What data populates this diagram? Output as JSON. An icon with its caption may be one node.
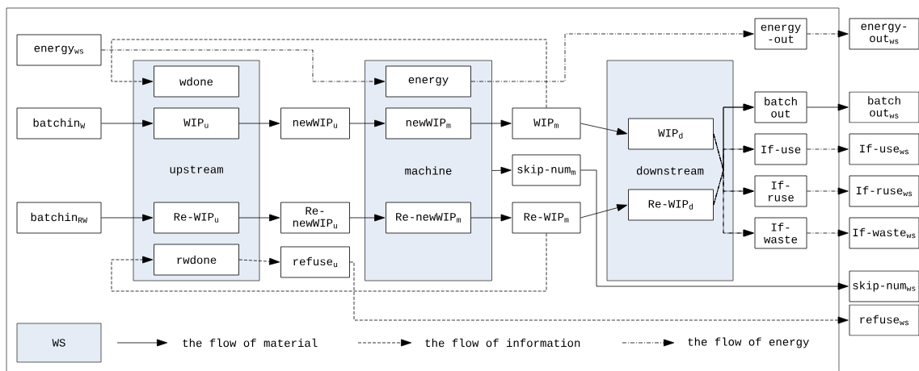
{
  "diagram": {
    "nodes": [
      {
        "text": [
          "energy$_{ws}$"
        ]
      },
      {
        "text": [
          "batchin$_{W}$"
        ]
      },
      {
        "text": [
          "batchin$_{RW}$"
        ]
      },
      {
        "text": [
          "upstream"
        ]
      },
      {
        "text": [
          "wdone"
        ],
        "in": 3
      },
      {
        "text": [
          "WIP$_{u}$"
        ],
        "in": 3
      },
      {
        "text": [
          "Re-WIP$_{u}$"
        ],
        "in": 3
      },
      {
        "text": [
          "rwdone"
        ],
        "in": 3
      },
      {
        "text": [
          "newWIP$_{u}$"
        ]
      },
      {
        "text": [
          "Re-newWIP$_{u}$"
        ]
      },
      {
        "text": [
          "refuse$_{u}$"
        ]
      },
      {
        "text": [
          "machine"
        ]
      },
      {
        "text": [
          "energy"
        ],
        "in": 11
      },
      {
        "text": [
          "newWIP$_{m}$"
        ],
        "in": 11
      },
      {
        "text": [
          "Re-newWIP$_{m}$"
        ],
        "in": 11
      },
      {
        "text": [
          "WIP$_{m}$"
        ]
      },
      {
        "text": [
          "skip-num$_{m}$"
        ]
      },
      {
        "text": [
          "Re-WIP$_{m}$"
        ]
      },
      {
        "text": [
          "downstream"
        ]
      },
      {
        "text": [
          "WIP$_{d}$"
        ],
        "in": 18
      },
      {
        "text": [
          "Re-WIP$_{d}$"
        ],
        "in": 18
      },
      {
        "text": [
          "energy -out"
        ]
      },
      {
        "text": [
          "batch out"
        ]
      },
      {
        "text": [
          "If-use"
        ]
      },
      {
        "text": [
          "If-ruse"
        ]
      },
      {
        "text": [
          "If-waste"
        ]
      },
      {
        "text": [
          "energy-out$_{ws}$"
        ]
      },
      {
        "text": [
          "batch out$_{ws}$"
        ]
      },
      {
        "text": [
          "If-use$_{ws}$"
        ]
      },
      {
        "text": [
          "If-ruse$_{ws}$"
        ]
      },
      {
        "text": [
          "If-waste$_{ws}$"
        ]
      },
      {
        "text": [
          "skip-num$_{ws}$"
        ]
      },
      {
        "text": [
          "refuse$_{ws}$"
        ]
      }
    ],
    "edges": [
      {
        "from": 0,
        "to": 12,
        "arrow": "to",
        "style": "dashed"
      },
      {
        "from": 15,
        "to": 4,
        "arrow": "to",
        "style": "dashed"
      },
      {
        "from": 1,
        "to": 5,
        "arrow": "to"
      },
      {
        "from": 2,
        "to": 6,
        "arrow": "to"
      },
      {
        "from": 17,
        "to": 7,
        "arrow": "to",
        "style": "dashed"
      },
      {
        "from": 5,
        "to": 8,
        "arrow": "to"
      },
      {
        "from": 6,
        "to": 9,
        "arrow": "to"
      },
      {
        "from": 7,
        "to": 10,
        "arrow": "to",
        "style": "dashed"
      },
      {
        "from": 8,
        "to": 13,
        "arrow": "to"
      },
      {
        "from": 9,
        "to": 14,
        "arrow": "to"
      },
      {
        "from": 12,
        "to": 21,
        "arrow": "to",
        "style": "dashed"
      },
      {
        "from": 13,
        "to": 15,
        "arrow": "to"
      },
      {
        "from": 11,
        "to": 16,
        "arrow": "to"
      },
      {
        "from": 14,
        "to": 17,
        "arrow": "to"
      },
      {
        "from": 15,
        "to": 19,
        "arrow": "to"
      },
      {
        "from": 17,
        "to": 20,
        "arrow": "to"
      },
      {
        "from": 19,
        "to": 22,
        "arrow": "to"
      },
      {
        "from": 20,
        "to": 22,
        "arrow": "to"
      },
      {
        "from": 19,
        "to": 23,
        "arrow": "to",
        "style": "dashed"
      },
      {
        "from": 20,
        "to": 23,
        "arrow": "to",
        "style": "dashed"
      },
      {
        "from": 19,
        "to": 24,
        "arrow": "to",
        "style": "dashed"
      },
      {
        "from": 20,
        "to": 24,
        "arrow": "to",
        "style": "dashed"
      },
      {
        "from": 19,
        "to": 25,
        "arrow": "to",
        "style": "dashed"
      },
      {
        "from": 20,
        "to": 25,
        "arrow": "to",
        "style": "dashed"
      },
      {
        "from": 21,
        "to": 26,
        "arrow": "to",
        "style": "dashed"
      },
      {
        "from": 22,
        "to": 27,
        "arrow": "to"
      },
      {
        "from": 23,
        "to": 28,
        "arrow": "to",
        "style": "dashed"
      },
      {
        "from": 24,
        "to": 29,
        "arrow": "to",
        "style": "dashed"
      },
      {
        "from": 25,
        "to": 30,
        "arrow": "to",
        "style": "dashed"
      },
      {
        "from": 16,
        "to": 31,
        "arrow": "to"
      },
      {
        "from": 10,
        "to": 32,
        "arrow": "to",
        "style": "dashed"
      }
    ],
    "legend": [
      {
        "text": "WS",
        "color": "#e6ecf6"
      },
      {
        "text": "the flow of material"
      },
      {
        "text": "the flow of information"
      },
      {
        "text": "the flow of energy"
      }
    ]
  }
}
